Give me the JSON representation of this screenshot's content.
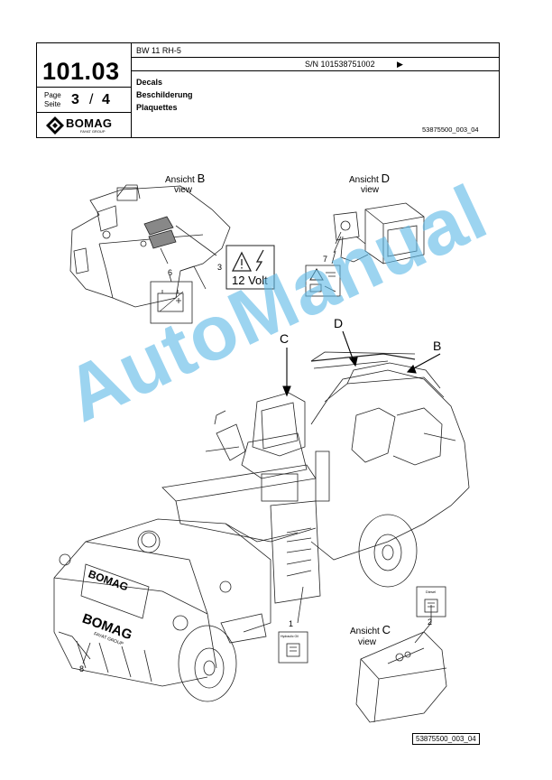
{
  "header": {
    "doc_number": "101.03",
    "model": "BW 11 RH-5",
    "serial": "S/N 101538751002",
    "serial_arrow": "▶",
    "page_label_en": "Page",
    "page_label_de": "Seite",
    "page_current": "3",
    "page_sep": "/",
    "page_total": "4",
    "title_en": "Decals",
    "title_de": "Beschilderung",
    "title_fr": "Plaquettes",
    "drawing_number": "53875500_003_04",
    "logo_text": "BOMAG",
    "logo_sub": "FAYAT GROUP"
  },
  "views": {
    "b": {
      "word": "Ansicht",
      "letter": "B",
      "sub": "view"
    },
    "d": {
      "word": "Ansicht",
      "letter": "D",
      "sub": "view"
    },
    "c": {
      "word": "Ansicht",
      "letter": "C",
      "sub": "view"
    }
  },
  "decals": {
    "voltage": "12 Volt",
    "hydraulic_oil": "Hydraulic Oil",
    "diesel": "Diesel"
  },
  "arrows": {
    "c": "C",
    "d": "D",
    "b": "B"
  },
  "callouts": [
    "1",
    "2",
    "3",
    "6",
    "7",
    "8"
  ],
  "drum_brand": "BOMAG",
  "drum_sub": "FAYAT GROUP",
  "watermark": "AutoManual",
  "footer": {
    "drawing_number": "53875500_003_04"
  }
}
